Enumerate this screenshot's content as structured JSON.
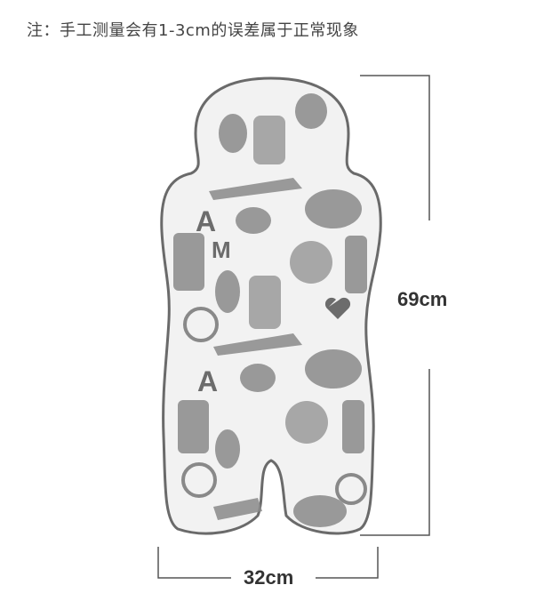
{
  "note": "注：手工测量会有1-3cm的误差属于正常现象",
  "dimensions": {
    "height_label": "69cm",
    "width_label": "32cm"
  },
  "colors": {
    "line": "#555555",
    "cushion_fill": "#f2f2f2",
    "cushion_border": "#6a6a6a",
    "print": "#7a7a7a"
  }
}
